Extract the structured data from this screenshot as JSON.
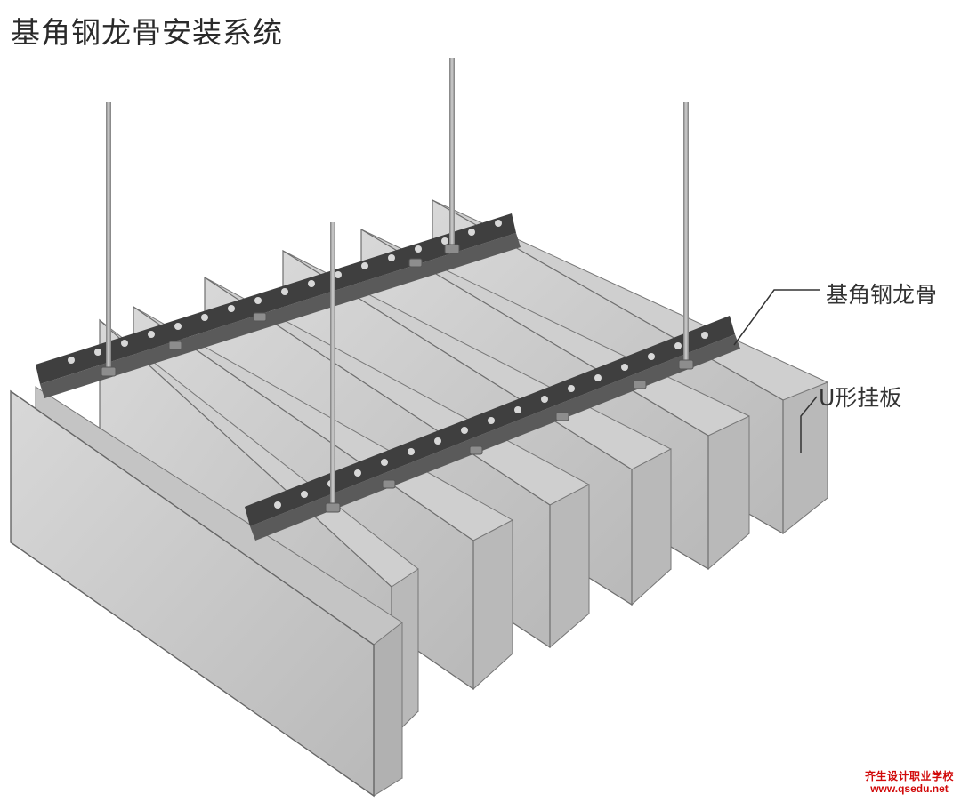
{
  "title": "基角钢龙骨安装系统",
  "labels": {
    "angle_steel_keel": "基角钢龙骨",
    "u_panel": "U形挂板"
  },
  "watermark": {
    "name": "齐生设计职业学校",
    "url": "www.qsedu.net"
  },
  "colors": {
    "panel_face": "#c9c9c9",
    "panel_side": "#b4b4b4",
    "panel_edge": "#6e6e6e",
    "angle_steel": "#4b4b4b",
    "rod": "#9a9a9a",
    "watermark": "#d10a0a"
  }
}
